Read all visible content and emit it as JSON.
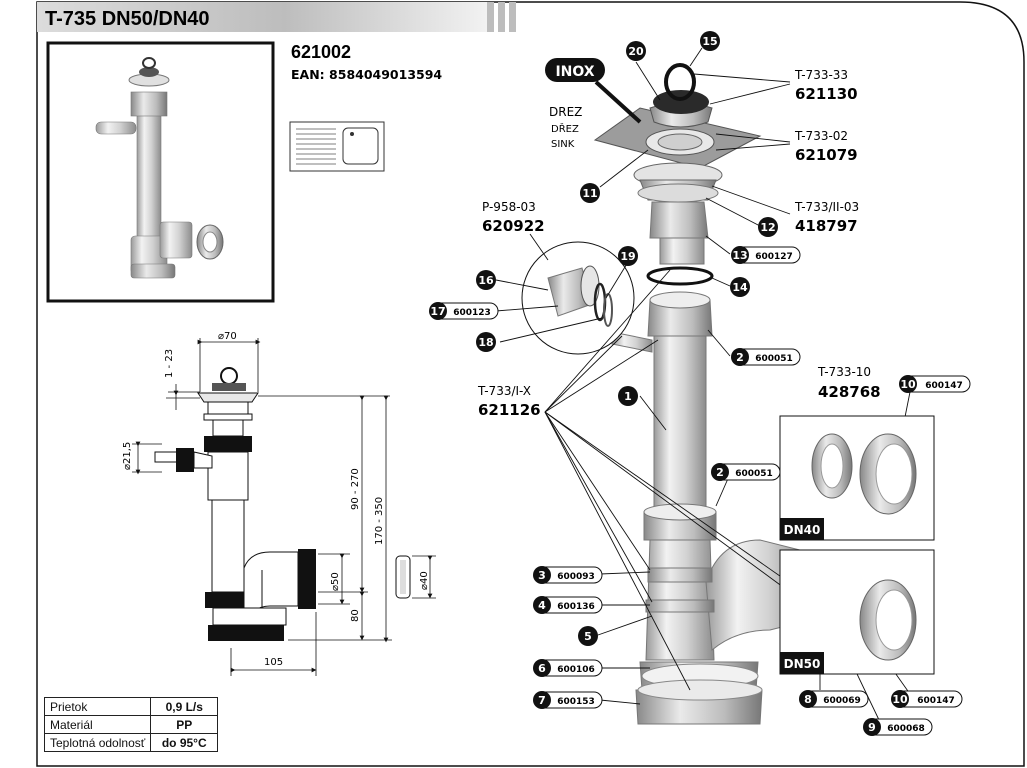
{
  "header": {
    "title": "T-735 DN50/DN40"
  },
  "product": {
    "code": "621002",
    "ean_label": "EAN:",
    "ean": "8584049013594"
  },
  "sink_labels": [
    "DREZ",
    "DŘEZ",
    "SINK"
  ],
  "inox_label": "INOX",
  "part_refs": [
    {
      "type": "T-733-33",
      "code": "621130"
    },
    {
      "type": "T-733-02",
      "code": "621079"
    },
    {
      "type": "T-733/II-03",
      "code": "418797"
    },
    {
      "type": "P-958-03",
      "code": "620922"
    },
    {
      "type": "T-733/I-X",
      "code": "621126"
    },
    {
      "type": "T-733-10",
      "code": "428768"
    }
  ],
  "callouts": [
    {
      "n": "20"
    },
    {
      "n": "15"
    },
    {
      "n": "11"
    },
    {
      "n": "12"
    },
    {
      "n": "13",
      "code": "600127"
    },
    {
      "n": "14"
    },
    {
      "n": "16"
    },
    {
      "n": "17",
      "code": "600123"
    },
    {
      "n": "18"
    },
    {
      "n": "19"
    },
    {
      "n": "2",
      "code": "600051"
    },
    {
      "n": "1"
    },
    {
      "n": "2",
      "code": "600051"
    },
    {
      "n": "3",
      "code": "600093"
    },
    {
      "n": "4",
      "code": "600136"
    },
    {
      "n": "5"
    },
    {
      "n": "6",
      "code": "600106"
    },
    {
      "n": "7",
      "code": "600153"
    },
    {
      "n": "10",
      "code": "600147"
    },
    {
      "n": "8",
      "code": "600069"
    },
    {
      "n": "9",
      "code": "600068"
    },
    {
      "n": "10",
      "code": "600147"
    }
  ],
  "boxes": {
    "dn40": "DN40",
    "dn50": "DN50"
  },
  "dimensions": {
    "d70": "⌀70",
    "r1_23": "1 - 23",
    "d21_5": "⌀21,5",
    "r90_270": "90 - 270",
    "r170_350": "170 - 350",
    "d50": "⌀50",
    "h80": "80",
    "w105": "105",
    "d40": "⌀40"
  },
  "specs": [
    {
      "label": "Prietok",
      "value": "0,9 L/s"
    },
    {
      "label": "Materiál",
      "value": "PP"
    },
    {
      "label": "Teplotná odolnosť",
      "value": "do 95°C"
    }
  ]
}
